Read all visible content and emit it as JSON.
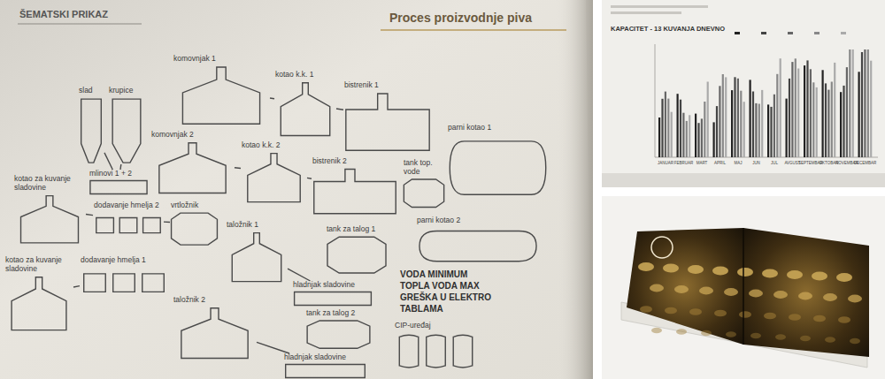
{
  "diagram": {
    "title": "Proces proizvodnje piva",
    "nodes": [
      {
        "text": [
          "slad"
        ]
      },
      {
        "text": [
          "krupice"
        ]
      },
      {
        "text": [
          "mlinovi 1 + 2"
        ]
      },
      {
        "text": [
          "komovnjak 1"
        ]
      },
      {
        "text": [
          "kotao k.k. 1"
        ]
      },
      {
        "text": [
          "bistrenik 1"
        ]
      },
      {
        "text": [
          "parni kotao 1"
        ]
      },
      {
        "text": [
          "komovnjak 2"
        ]
      },
      {
        "text": [
          "kotao k.k. 2"
        ]
      },
      {
        "text": [
          "tank top. vode"
        ]
      },
      {
        "text": [
          "bistrenik 2"
        ]
      },
      {
        "text": [
          "kotao za kuvanje sladovine"
        ]
      },
      {
        "text": [
          "dodavanje hmelja 2"
        ]
      },
      {
        "text": [
          "vrtložnik"
        ]
      },
      {
        "text": [
          "taložnik 1"
        ]
      },
      {
        "text": [
          "tank za talog 1"
        ]
      },
      {
        "text": [
          "parni kotao 2"
        ]
      },
      {
        "text": [
          "kotao za kuvanje sladovine"
        ]
      },
      {
        "text": [
          "dodavanje hmelja 1"
        ]
      },
      {
        "text": [
          "taložnik 2"
        ]
      },
      {
        "text": [
          "hladnjak sladovine"
        ]
      },
      {
        "text": [
          "tank za talog 2"
        ]
      },
      {
        "text": [
          "hladnjak sladovine"
        ]
      },
      {
        "text": [
          "CIP-uređaj"
        ]
      }
    ],
    "edges": [
      {
        "from": 0,
        "to": 2,
        "arrow": "none"
      },
      {
        "from": 1,
        "to": 2,
        "arrow": "none"
      },
      {
        "from": 3,
        "to": 4,
        "arrow": "none"
      },
      {
        "from": 4,
        "to": 5,
        "arrow": "none"
      },
      {
        "from": 7,
        "to": 8,
        "arrow": "none"
      },
      {
        "from": 8,
        "to": 10,
        "arrow": "none"
      },
      {
        "from": 11,
        "to": 12,
        "arrow": "none"
      },
      {
        "from": 12,
        "to": 13,
        "arrow": "none"
      },
      {
        "from": 17,
        "to": 18,
        "arrow": "none"
      },
      {
        "from": 14,
        "to": 20,
        "arrow": "none"
      },
      {
        "from": 19,
        "to": 22,
        "arrow": "none"
      }
    ],
    "labels": [
      "ŠEMATSKI PRIKAZ",
      "VODA MINIMUM",
      "TOPLA VODA MAX",
      "GREŠKA U ELEKTRO TABLAMA",
      "KAPACITET - 13 KUVANJA DNEVNO",
      "JANUAR",
      "FEBRUAR",
      "MART",
      "APRIL",
      "MAJ",
      "JUN",
      "JUL",
      "AVGUST",
      "SEPTEMBAR",
      "OKTOBAR",
      "NOVEMBAR",
      "DECEMBAR"
    ]
  }
}
